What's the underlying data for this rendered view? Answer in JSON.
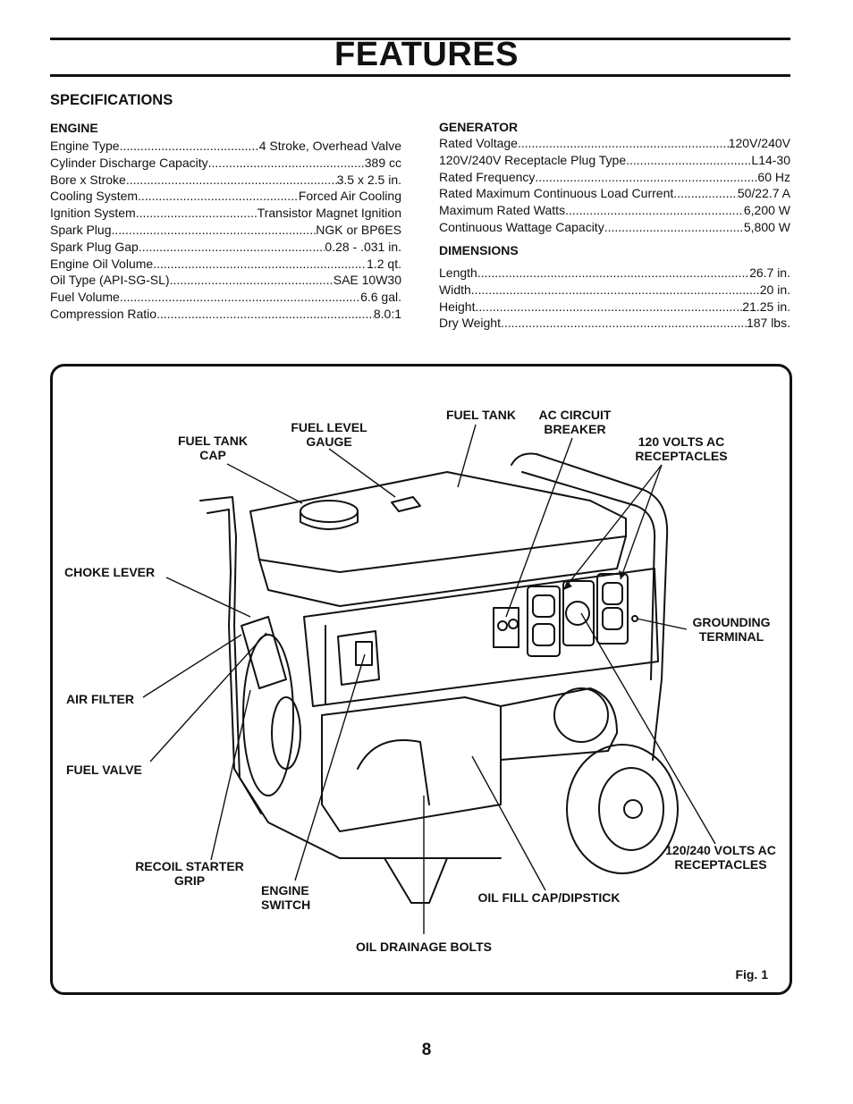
{
  "page": {
    "title": "FEATURES",
    "number": "8"
  },
  "specifications": {
    "heading": "SPECIFICATIONS",
    "engine": {
      "heading": "ENGINE",
      "rows": [
        {
          "label": "Engine Type",
          "value": "4 Stroke, Overhead Valve"
        },
        {
          "label": "Cylinder Discharge Capacity",
          "value": "389 cc"
        },
        {
          "label": "Bore x Stroke",
          "value": "3.5 x 2.5 in."
        },
        {
          "label": "Cooling System",
          "value": "Forced Air Cooling"
        },
        {
          "label": "Ignition System",
          "value": "Transistor Magnet Ignition"
        },
        {
          "label": "Spark Plug",
          "value": "NGK or BP6ES"
        },
        {
          "label": "Spark Plug Gap",
          "value": "0.28 - .031 in."
        },
        {
          "label": "Engine Oil Volume",
          "value": "1.2 qt."
        },
        {
          "label": "Oil Type (API-SG-SL)",
          "value": "SAE 10W30"
        },
        {
          "label": "Fuel Volume",
          "value": "6.6 gal."
        },
        {
          "label": "Compression Ratio",
          "value": "8.0:1"
        }
      ]
    },
    "generator": {
      "heading": "GENERATOR",
      "rows": [
        {
          "label": "Rated Voltage",
          "value": "120V/240V"
        },
        {
          "label": "120V/240V Receptacle Plug Type",
          "value": "L14-30"
        },
        {
          "label": "Rated Frequency",
          "value": "60 Hz"
        },
        {
          "label": "Rated Maximum Continuous Load Current",
          "value": "50/22.7 A"
        },
        {
          "label": "Maximum Rated Watts",
          "value": "6,200 W"
        },
        {
          "label": "Continuous Wattage Capacity",
          "value": "5,800 W"
        }
      ]
    },
    "dimensions": {
      "heading": "DIMENSIONS",
      "rows": [
        {
          "label": "Length",
          "value": "26.7  in."
        },
        {
          "label": "Width",
          "value": "20  in."
        },
        {
          "label": "Height",
          "value": "21.25  in."
        },
        {
          "label": "Dry Weight",
          "value": "187 lbs."
        }
      ]
    }
  },
  "figure": {
    "caption": "Fig. 1",
    "labels": {
      "fuel_tank_cap": [
        "FUEL TANK",
        "CAP"
      ],
      "fuel_level_gauge": [
        "FUEL LEVEL",
        "GAUGE"
      ],
      "fuel_tank": "FUEL TANK",
      "ac_circuit_breaker": [
        "AC CIRCUIT",
        "BREAKER"
      ],
      "receptacles_120": [
        "120 VOLTS AC",
        "RECEPTACLES"
      ],
      "choke_lever": "CHOKE LEVER",
      "grounding_terminal": [
        "GROUNDING",
        "TERMINAL"
      ],
      "air_filter": "AIR FILTER",
      "fuel_valve": "FUEL VALVE",
      "receptacles_120_240": [
        "120/240 VOLTS AC",
        "RECEPTACLES"
      ],
      "recoil_starter_grip": [
        "RECOIL STARTER",
        "GRIP"
      ],
      "engine_switch": [
        "ENGINE",
        "SWITCH"
      ],
      "oil_fill_cap": "OIL FILL CAP/DIPSTICK",
      "oil_drainage_bolts": "OIL DRAINAGE BOLTS"
    }
  }
}
